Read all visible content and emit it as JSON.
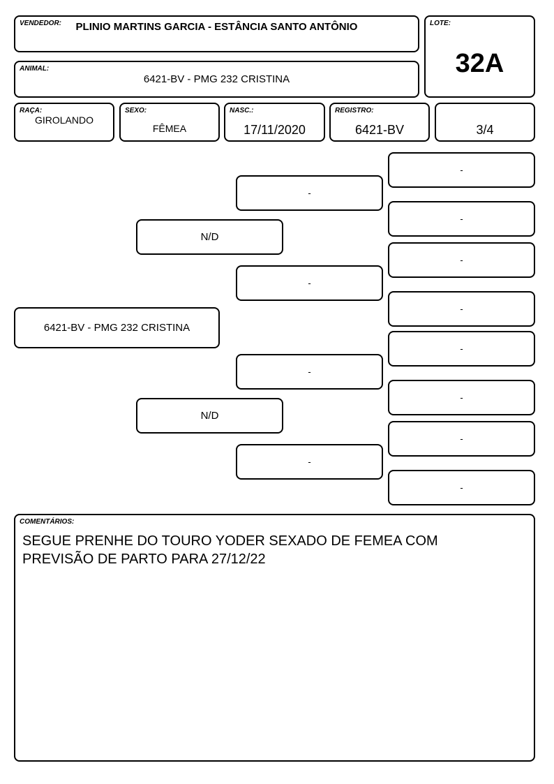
{
  "header": {
    "vendedor": {
      "label": "VENDEDOR:",
      "value": "PLINIO MARTINS GARCIA - ESTÂNCIA SANTO ANTÔNIO"
    },
    "lote": {
      "label": "LOTE:",
      "value": "32A"
    },
    "animal": {
      "label": "ANIMAL:",
      "value": "6421-BV - PMG 232 CRISTINA"
    },
    "raca": {
      "label": "RAÇA:",
      "value": "GIROLANDO"
    },
    "sexo": {
      "label": "SEXO:",
      "value": "FÊMEA"
    },
    "nasc": {
      "label": "NASC.:",
      "value": "17/11/2020"
    },
    "registro": {
      "label": "REGISTRO:",
      "value": "6421-BV"
    },
    "grau": {
      "value": "3/4"
    }
  },
  "pedigree": {
    "animal": "6421-BV - PMG 232 CRISTINA",
    "parents": [
      "N/D",
      "N/D"
    ],
    "grandparents": [
      "-",
      "-",
      "-",
      "-"
    ],
    "great_grandparents": [
      "-",
      "-",
      "-",
      "-",
      "-",
      "-",
      "-",
      "-"
    ]
  },
  "comments": {
    "label": "COMENTÁRIOS:",
    "text_line1": "SEGUE PRENHE DO TOURO YODER SEXADO DE FEMEA COM",
    "text_line2": "PREVISÃO DE PARTO PARA 27/12/22"
  }
}
